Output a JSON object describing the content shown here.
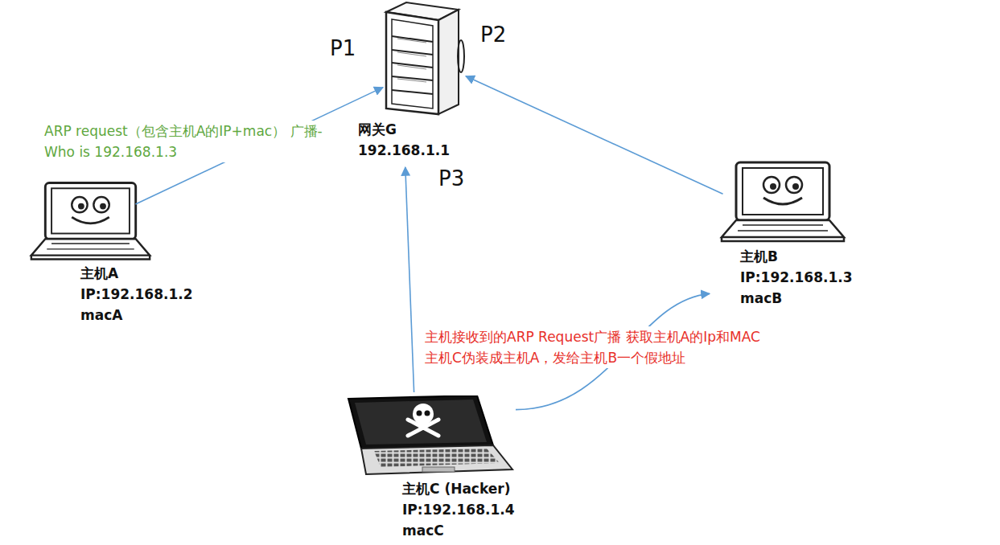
{
  "diagram": {
    "nodes": [
      {
        "text": [
          "网关G",
          "192.168.1.1"
        ]
      },
      {
        "text": [
          "主机A",
          "IP:192.168.1.2",
          "macA"
        ]
      },
      {
        "text": [
          "主机B",
          "IP:192.168.1.3",
          "macB"
        ]
      },
      {
        "text": [
          "主机C (Hacker)",
          "IP:192.168.1.4",
          "macC"
        ]
      }
    ],
    "edges": [
      {
        "from": 1,
        "to": 0,
        "arrow": "to",
        "label": "ARP request（包含主机A的IP+mac） 广播-Who is 192.168.1.3"
      },
      {
        "from": 2,
        "to": 0,
        "arrow": "to"
      },
      {
        "from": 3,
        "to": 0,
        "arrow": "to"
      },
      {
        "from": 3,
        "to": 2,
        "arrow": "to",
        "label": "主机接收到的ARP Request广播 获取主机A的Ip和MAC 主机C伪装成主机A，发给主机B一个假地址"
      }
    ],
    "labels": [
      "P1",
      "P2",
      "P3"
    ]
  }
}
